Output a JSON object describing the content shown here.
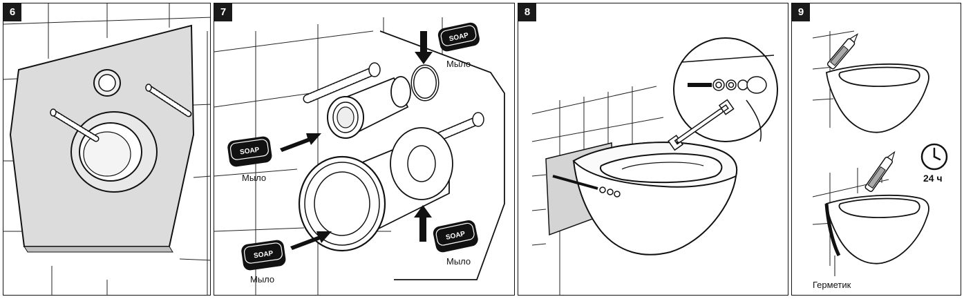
{
  "panels": [
    {
      "number": "6"
    },
    {
      "number": "7",
      "soap_text": "SOAP",
      "soap_label": "Мыло"
    },
    {
      "number": "8"
    },
    {
      "number": "9",
      "duration": "24 ч",
      "sealant_label": "Герметик"
    }
  ]
}
